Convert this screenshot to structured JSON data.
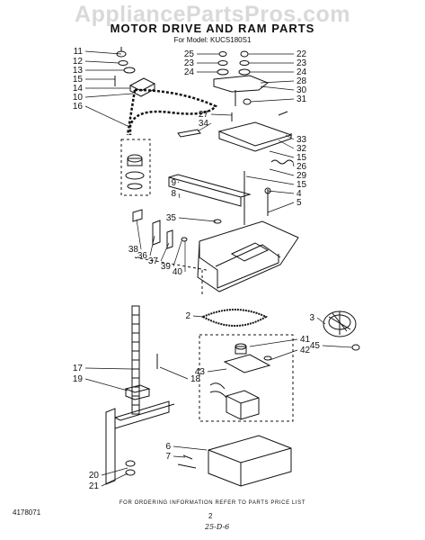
{
  "watermark": "AppliancePartsPros.com",
  "title": "MOTOR DRIVE AND RAM PARTS",
  "model_line": "For Model: KUCS180S1",
  "footer": "FOR ORDERING INFORMATION REFER TO PARTS PRICE LIST",
  "page_number": "2",
  "doc_number": "4178071",
  "handwritten_note": "25-D-6",
  "callouts": [
    "11",
    "12",
    "13",
    "15",
    "14",
    "10",
    "16",
    "25",
    "23",
    "24",
    "22",
    "23",
    "24",
    "28",
    "30",
    "31",
    "27",
    "34",
    "33",
    "32",
    "15",
    "26",
    "29",
    "15",
    "4",
    "5",
    "9",
    "8",
    "35",
    "38",
    "36",
    "37",
    "39",
    "40",
    "2",
    "3",
    "45",
    "41",
    "42",
    "43",
    "17",
    "19",
    "18",
    "6",
    "7",
    "20",
    "21"
  ]
}
